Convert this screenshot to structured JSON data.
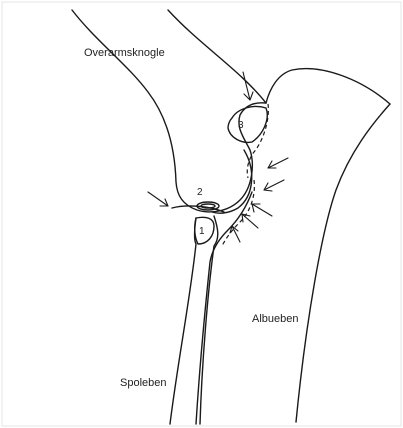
{
  "labels": {
    "humerus": "Overarmsknogle",
    "ulna": "Albueben",
    "radius": "Spoleben",
    "marker1": "1",
    "marker2": "2",
    "marker3": "3"
  }
}
